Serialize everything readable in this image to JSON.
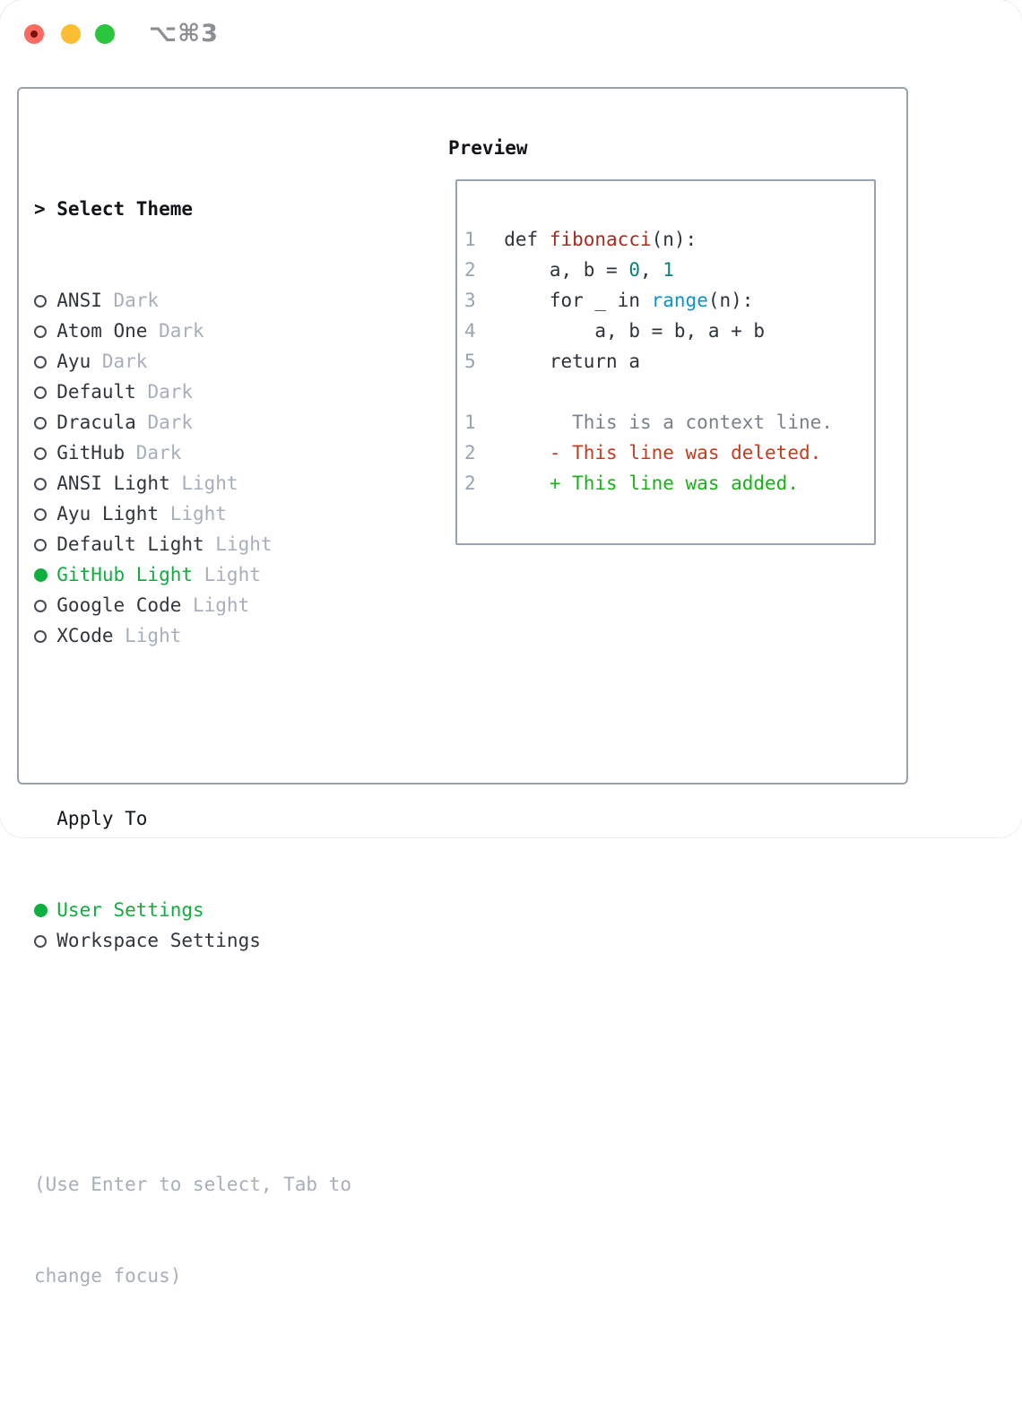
{
  "window": {
    "title": "⌥⌘3"
  },
  "theme_panel": {
    "header_prefix": ">",
    "header_label": "Select Theme",
    "items": [
      {
        "name": "ANSI",
        "variant": "Dark",
        "selected": false
      },
      {
        "name": "Atom One",
        "variant": "Dark",
        "selected": false
      },
      {
        "name": "Ayu",
        "variant": "Dark",
        "selected": false
      },
      {
        "name": "Default",
        "variant": "Dark",
        "selected": false
      },
      {
        "name": "Dracula",
        "variant": "Dark",
        "selected": false
      },
      {
        "name": "GitHub",
        "variant": "Dark",
        "selected": false
      },
      {
        "name": "ANSI Light",
        "variant": "Light",
        "selected": false
      },
      {
        "name": "Ayu Light",
        "variant": "Light",
        "selected": false
      },
      {
        "name": "Default Light",
        "variant": "Light",
        "selected": false
      },
      {
        "name": "GitHub Light",
        "variant": "Light",
        "selected": true
      },
      {
        "name": "Google Code",
        "variant": "Light",
        "selected": false
      },
      {
        "name": "XCode",
        "variant": "Light",
        "selected": false
      }
    ],
    "apply_to_label": "Apply To",
    "apply_options": [
      {
        "name": "User Settings",
        "selected": true
      },
      {
        "name": "Workspace Settings",
        "selected": false
      }
    ],
    "hint_line1": "(Use Enter to select, Tab to",
    "hint_line2": "change focus)"
  },
  "preview": {
    "label": "Preview",
    "lines": [
      {
        "num": "1",
        "type": "code",
        "tokens": [
          {
            "t": "def ",
            "c": "code"
          },
          {
            "t": "fibonacci",
            "c": "func"
          },
          {
            "t": "(n):",
            "c": "code"
          }
        ]
      },
      {
        "num": "2",
        "type": "code",
        "tokens": [
          {
            "t": "    a, b = ",
            "c": "code"
          },
          {
            "t": "0",
            "c": "num"
          },
          {
            "t": ", ",
            "c": "code"
          },
          {
            "t": "1",
            "c": "num"
          }
        ]
      },
      {
        "num": "3",
        "type": "code",
        "tokens": [
          {
            "t": "    for _ in ",
            "c": "code"
          },
          {
            "t": "range",
            "c": "builtin"
          },
          {
            "t": "(n):",
            "c": "code"
          }
        ]
      },
      {
        "num": "4",
        "type": "code",
        "tokens": [
          {
            "t": "        a, b = b, a + b",
            "c": "code"
          }
        ]
      },
      {
        "num": "5",
        "type": "code",
        "tokens": [
          {
            "t": "    return a",
            "c": "code"
          }
        ]
      },
      {
        "num": "",
        "type": "blank",
        "tokens": []
      },
      {
        "num": "1",
        "type": "context",
        "tokens": [
          {
            "t": "      This is a context line.",
            "c": "context"
          }
        ]
      },
      {
        "num": "2",
        "type": "deleted",
        "tokens": [
          {
            "t": "    - This line was deleted.",
            "c": "deleted"
          }
        ]
      },
      {
        "num": "2",
        "type": "added",
        "tokens": [
          {
            "t": "    + This line was added.",
            "c": "added"
          }
        ]
      }
    ]
  },
  "colors": {
    "accent_green": "#0fae3f",
    "deleted_red": "#c93a1f",
    "added_green": "#17b317",
    "func_red": "#a82a1d",
    "number_teal": "#0d7e80",
    "builtin_blue": "#0d94cf",
    "panel_border": "#98a2ae",
    "muted_gray": "#a6afbb"
  }
}
